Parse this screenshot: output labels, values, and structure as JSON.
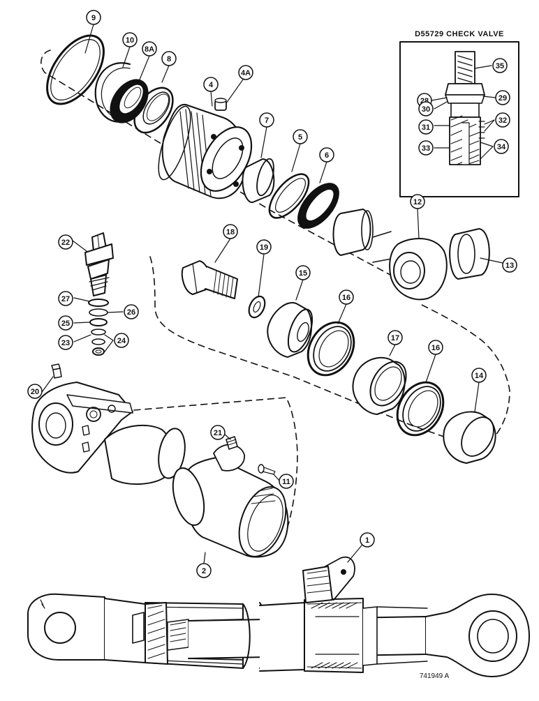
{
  "inset": {
    "title": "D55729 CHECK VALVE"
  },
  "figure_number": "741949 A",
  "callouts": [
    {
      "id": "c9",
      "text": "9"
    },
    {
      "id": "c10",
      "text": "10"
    },
    {
      "id": "c8A",
      "text": "8A"
    },
    {
      "id": "c8",
      "text": "8"
    },
    {
      "id": "c4",
      "text": "4"
    },
    {
      "id": "c4A",
      "text": "4A"
    },
    {
      "id": "c7",
      "text": "7"
    },
    {
      "id": "c5",
      "text": "5"
    },
    {
      "id": "c6",
      "text": "6"
    },
    {
      "id": "c12",
      "text": "12"
    },
    {
      "id": "c13",
      "text": "13"
    },
    {
      "id": "c18",
      "text": "18"
    },
    {
      "id": "c19",
      "text": "19"
    },
    {
      "id": "c15",
      "text": "15"
    },
    {
      "id": "c16a",
      "text": "16"
    },
    {
      "id": "c17",
      "text": "17"
    },
    {
      "id": "c16b",
      "text": "16"
    },
    {
      "id": "c14",
      "text": "14"
    },
    {
      "id": "c22",
      "text": "22"
    },
    {
      "id": "c27",
      "text": "27"
    },
    {
      "id": "c26",
      "text": "26"
    },
    {
      "id": "c25",
      "text": "25"
    },
    {
      "id": "c23",
      "text": "23"
    },
    {
      "id": "c24",
      "text": "24"
    },
    {
      "id": "c20",
      "text": "20"
    },
    {
      "id": "c21",
      "text": "21"
    },
    {
      "id": "c11",
      "text": "11"
    },
    {
      "id": "c2",
      "text": "2"
    },
    {
      "id": "c1",
      "text": "1"
    },
    {
      "id": "c28",
      "text": "28"
    },
    {
      "id": "c35",
      "text": "35"
    },
    {
      "id": "c29",
      "text": "29"
    },
    {
      "id": "c30",
      "text": "30"
    },
    {
      "id": "c31",
      "text": "31"
    },
    {
      "id": "c32",
      "text": "32"
    },
    {
      "id": "c33",
      "text": "33"
    },
    {
      "id": "c34",
      "text": "34"
    }
  ]
}
